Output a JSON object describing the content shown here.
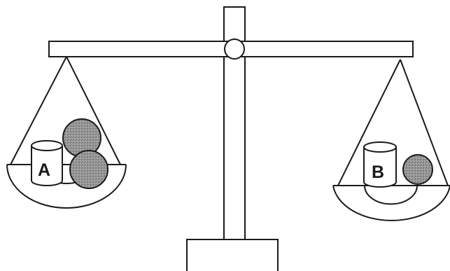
{
  "diagram": {
    "pans": [
      {
        "id": "left",
        "cylinder_label": "A",
        "ball_count": 2
      },
      {
        "id": "right",
        "cylinder_label": "B",
        "ball_count": 1
      }
    ],
    "colors": {
      "line": "#1a1a1a",
      "ball_fill": "#8f8f8f",
      "background": "#ffffff"
    }
  }
}
